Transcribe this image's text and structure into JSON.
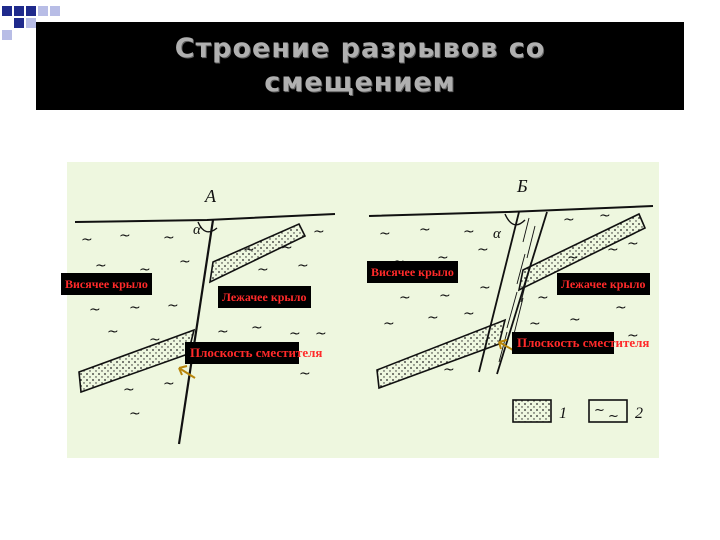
{
  "slide": {
    "title": "Строение  разрывов со смещением",
    "accent_color": "#1f2a8c"
  },
  "figure": {
    "panel_a": {
      "letter": "А",
      "angle_symbol": "α",
      "hanging_wall_label": "Висячее крыло",
      "foot_wall_label": "Лежачее крыло",
      "fault_plane_label": "Плоскость сместителя"
    },
    "panel_b": {
      "letter": "Б",
      "angle_symbol": "α",
      "hanging_wall_label": "Висячее крыло",
      "foot_wall_label": "Лежачее крыло",
      "fault_plane_label": "Плоскость сместителя"
    },
    "legend": [
      {
        "number": "1",
        "pattern": "dotted"
      },
      {
        "number": "2",
        "pattern": "wavy"
      }
    ],
    "label_text_color": "#ff2a2a",
    "background_color": "#eef7df"
  }
}
